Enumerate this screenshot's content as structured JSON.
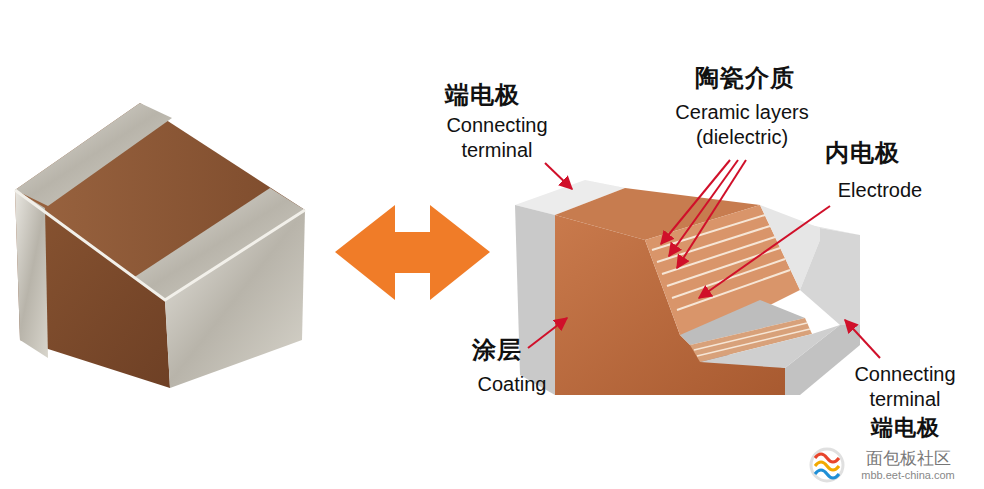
{
  "diagram": {
    "labels": [
      "端电极",
      "Connecting terminal",
      "陶瓷介质",
      "Ceramic layers (dielectric)",
      "内电极",
      "Electrode",
      "涂层",
      "Coating",
      "Connecting terminal",
      "端电极",
      "面包板社区",
      "mbb.eet-china.com"
    ]
  }
}
